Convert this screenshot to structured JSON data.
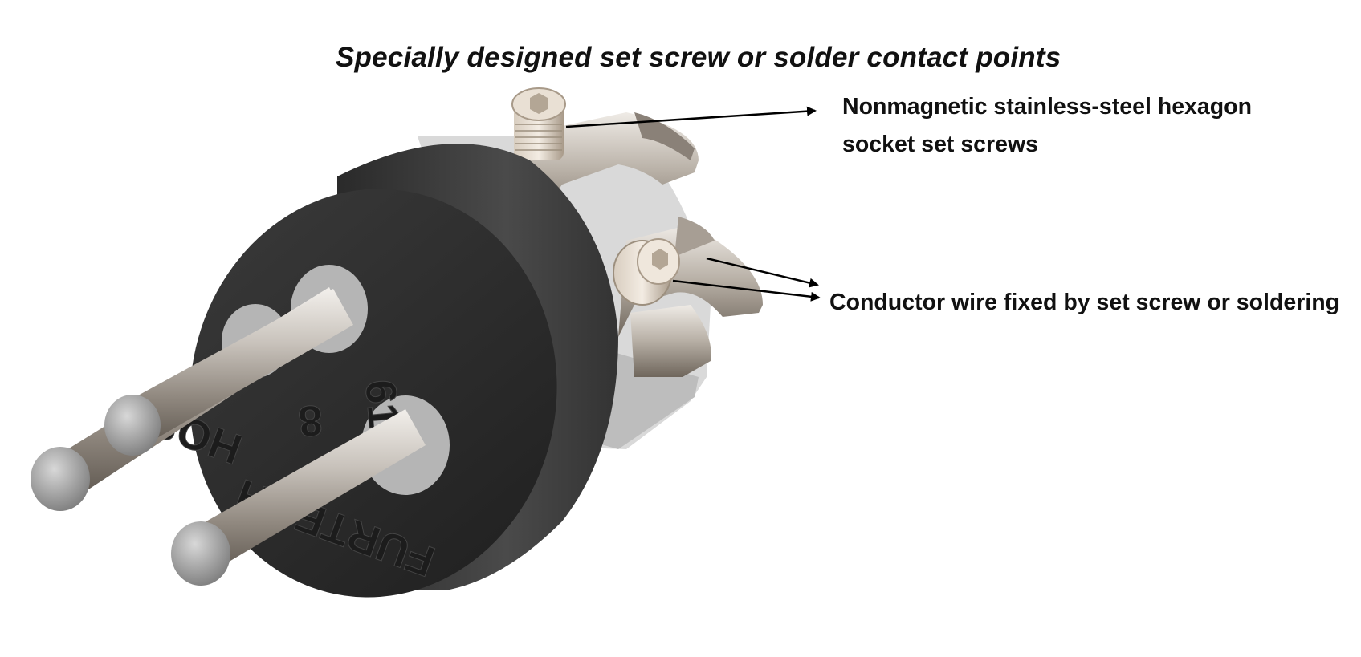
{
  "title": "Specially designed set screw or solder contact points",
  "callouts": {
    "set_screws": {
      "line1": "Nonmagnetic stainless-steel hexagon",
      "line2": "socket set screws"
    },
    "conductor_wire": {
      "text": "Conductor wire fixed by set screw or soldering"
    }
  },
  "connector": {
    "face_markings": [
      "HOSE",
      "FURTECH",
      "8",
      "61"
    ],
    "body_color": "#2e2e2e",
    "pin_color": "#b9b4ae",
    "contact_color": "#c9c5bf",
    "housing_color": "#dcdcdc"
  }
}
